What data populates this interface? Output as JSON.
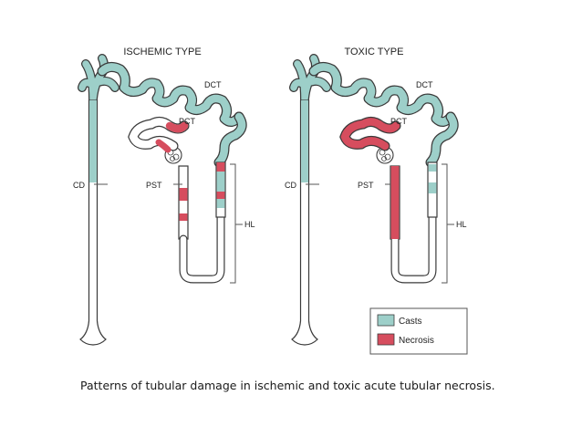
{
  "diagram": {
    "panels": [
      {
        "title": "ISCHEMIC TYPE"
      },
      {
        "title": "TOXIC TYPE"
      }
    ],
    "labels": {
      "cd": "CD",
      "pst": "PST",
      "pct": "PCT",
      "dct": "DCT",
      "hl": "HL"
    },
    "legend": {
      "casts": "Casts",
      "necrosis": "Necrosis"
    },
    "colors": {
      "casts": "#9dcfc9",
      "necrosis": "#d64d5e",
      "outline": "#3a3a3a"
    },
    "caption": "Patterns of tubular damage in ischemic and toxic acute tubular necrosis."
  }
}
